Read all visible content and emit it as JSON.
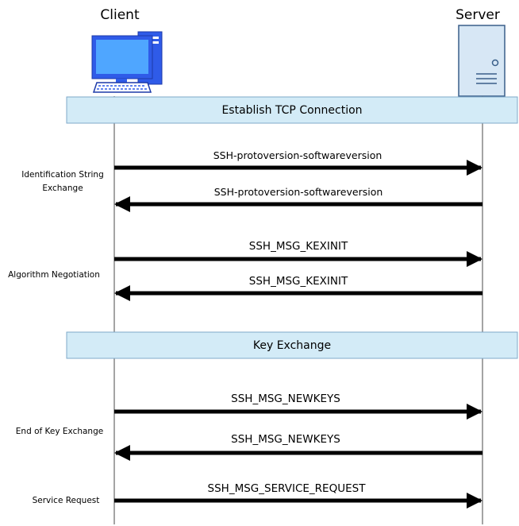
{
  "actors": {
    "client": {
      "label": "Client",
      "icon": "desktop-computer-icon"
    },
    "server": {
      "label": "Server",
      "icon": "server-tower-icon"
    }
  },
  "phases": [
    {
      "id": "tcp",
      "label": "Establish TCP Connection"
    },
    {
      "id": "kex",
      "label": "Key Exchange"
    }
  ],
  "messages": [
    {
      "label": "SSH-protoversion-softwareversion",
      "direction": "client-to-server"
    },
    {
      "label": "SSH-protoversion-softwareversion",
      "direction": "server-to-client"
    },
    {
      "label": "SSH_MSG_KEXINIT",
      "direction": "client-to-server"
    },
    {
      "label": "SSH_MSG_KEXINIT",
      "direction": "server-to-client"
    },
    {
      "label": "SSH_MSG_NEWKEYS",
      "direction": "client-to-server"
    },
    {
      "label": "SSH_MSG_NEWKEYS",
      "direction": "server-to-client"
    },
    {
      "label": "SSH_MSG_SERVICE_REQUEST",
      "direction": "client-to-server"
    }
  ],
  "stages": [
    {
      "lines": [
        "Identification String",
        "Exchange"
      ]
    },
    {
      "lines": [
        "Algorithm Negotiation"
      ]
    },
    {
      "lines": [
        "End of Key Exchange"
      ]
    },
    {
      "lines": [
        "Service Request"
      ]
    }
  ],
  "colors": {
    "phase_fill": "#d3ebf7",
    "phase_stroke": "#7fa9c9",
    "client_blue": "#2f5be8",
    "client_screen": "#4fa6ff",
    "server_fill": "#d7e7f5",
    "server_stroke": "#3a5f8a",
    "arrow": "#000000",
    "lifeline": "#4a4a4a"
  }
}
